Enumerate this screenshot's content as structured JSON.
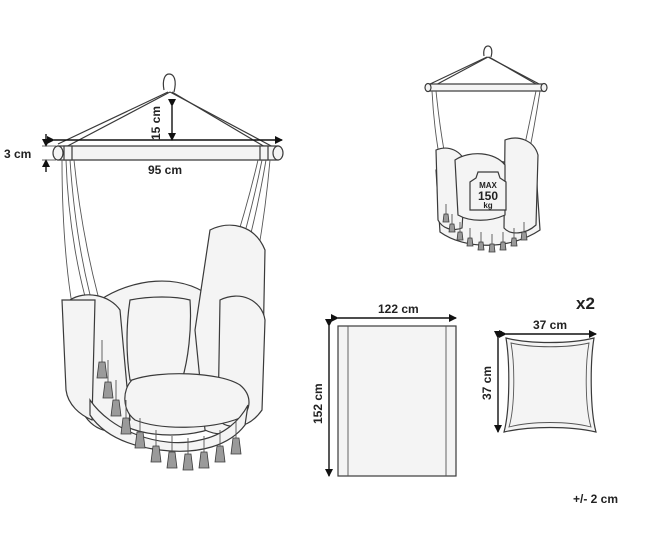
{
  "chair": {
    "bar_thickness": "3 cm",
    "hanger_height": "15 cm",
    "bar_width": "95 cm"
  },
  "load_tag": {
    "line1": "MAX",
    "line2": "150",
    "line3": "kg"
  },
  "seat_cloth": {
    "width": "122 cm",
    "height": "152 cm"
  },
  "cushion": {
    "quantity": "x2",
    "width": "37 cm",
    "height": "37 cm"
  },
  "tolerance": "+/- 2 cm"
}
